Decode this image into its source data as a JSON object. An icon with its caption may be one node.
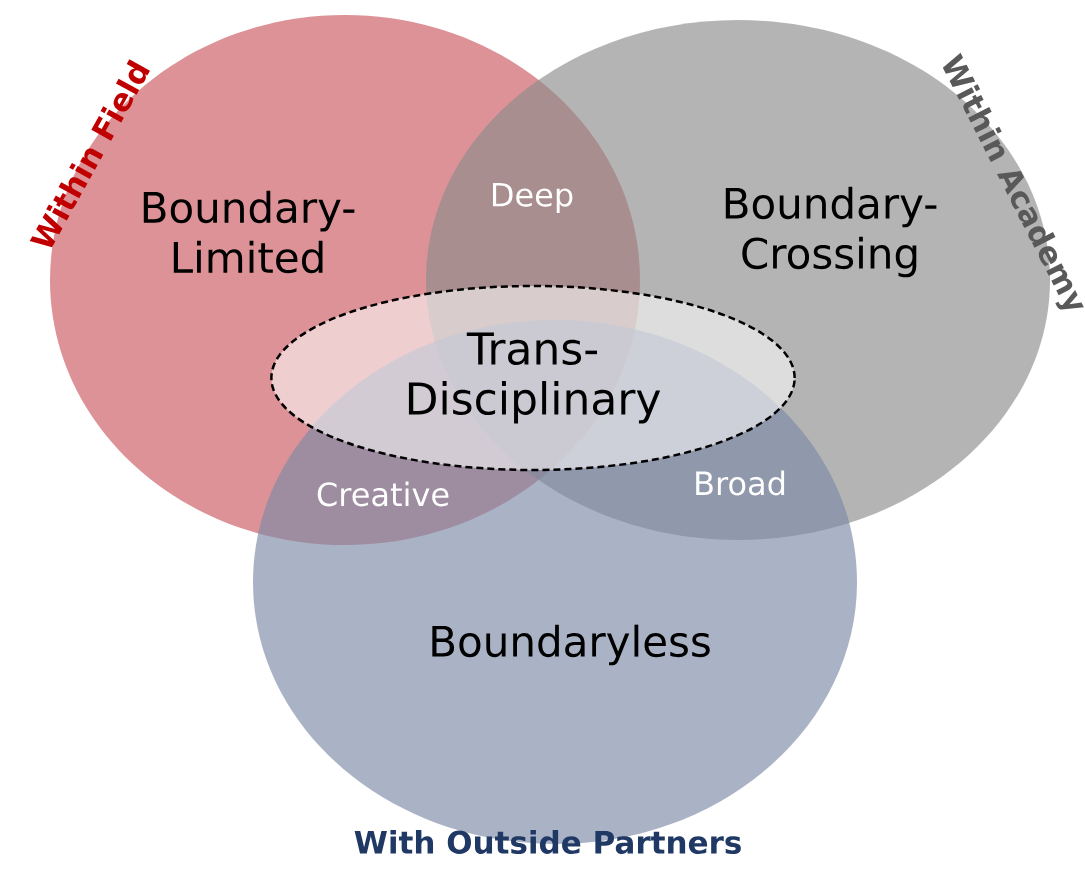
{
  "diagram": {
    "nodes": [
      {
        "text": [
          "Within Field",
          "Boundary-Limited"
        ]
      },
      {
        "text": [
          "Within Academy",
          "Boundary-Crossing"
        ]
      },
      {
        "text": [
          "Boundaryless",
          "With Outside Partners"
        ]
      },
      {
        "text": [
          "Trans-Disciplinary"
        ]
      }
    ],
    "labels": [
      "Deep",
      "Creative",
      "Broad"
    ]
  }
}
